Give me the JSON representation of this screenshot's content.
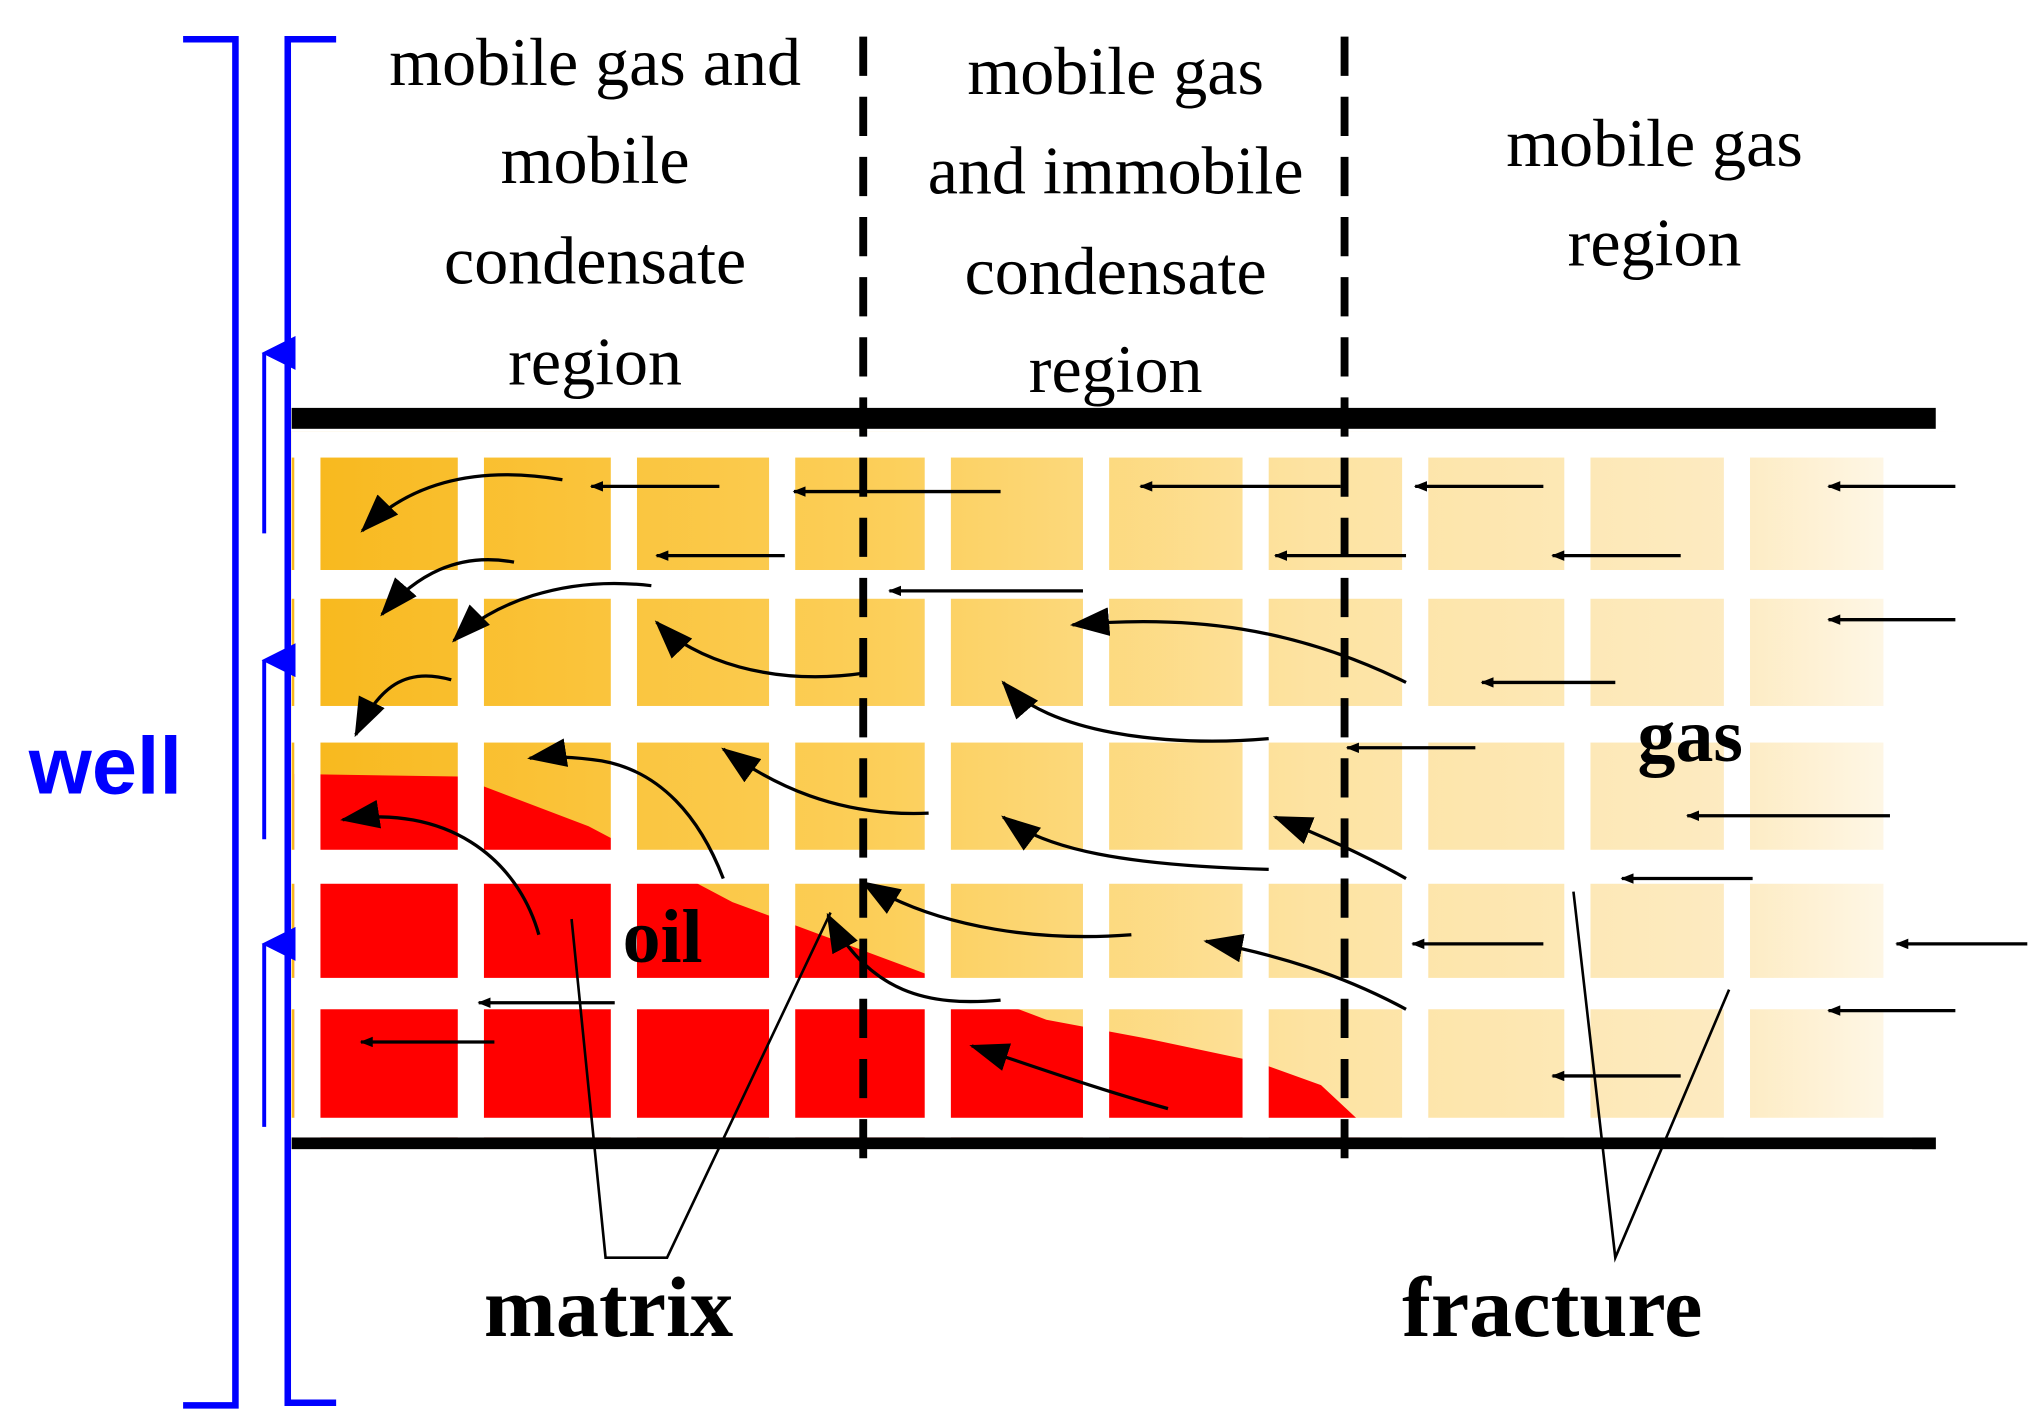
{
  "labels": {
    "region_1": [
      "mobile gas and",
      "mobile",
      "condensate",
      "region"
    ],
    "region_2": [
      "mobile gas",
      "and immobile",
      "condensate",
      "region"
    ],
    "region_3": [
      "mobile gas",
      "region"
    ],
    "well": "well",
    "oil": "oil",
    "gas": "gas",
    "matrix": "matrix",
    "fracture": "fracture"
  },
  "colors": {
    "well": "#0000ff",
    "condensate_dark": "#f8b81c",
    "condensate_light": "#fce6a8",
    "oil": "#ff0000",
    "line": "#000000"
  }
}
